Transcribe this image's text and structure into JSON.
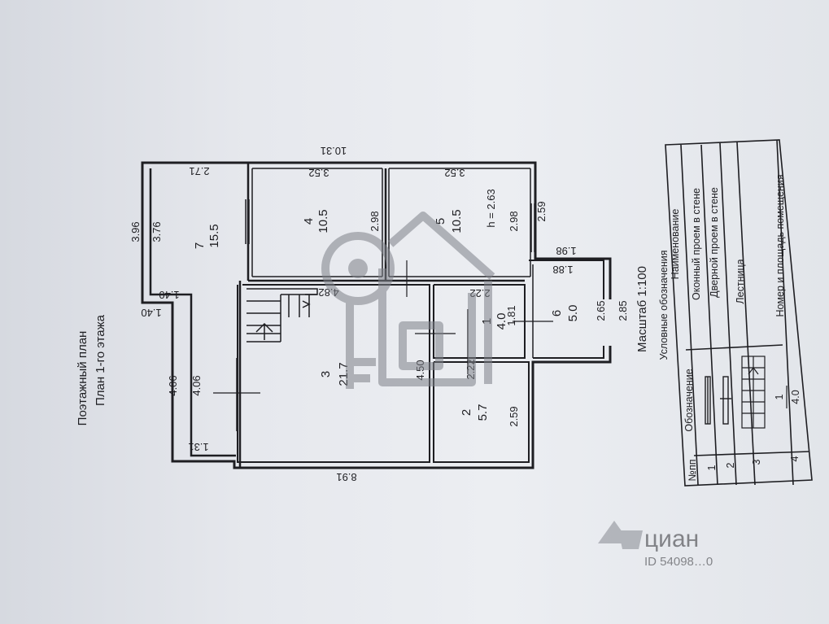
{
  "plan": {
    "title_line1": "Поэтажный план",
    "title_line2": "План 1-го этажа",
    "scale": "Масштаб 1:100",
    "ceiling_height": "h = 2.63"
  },
  "dimensions": {
    "total_top": "10.31",
    "total_bottom": "8.91",
    "room7_top": "2.71",
    "room4_top": "3.52",
    "room5_top": "3.52",
    "left_3_96": "3.96",
    "room7_3_76": "3.76",
    "step_1_40_a": "1.40",
    "step_1_40_b": "1.40",
    "left_4_06_a": "4.06",
    "left_4_06_b": "4.06",
    "bottom_1_31": "1.31",
    "room4_side": "2.98",
    "room5_side": "2.98",
    "right_2_59": "2.59",
    "porch_1_98": "1.98",
    "porch_1_88": "1.88",
    "porch_2_65": "2.65",
    "porch_2_85": "2.85",
    "room3_4_82": "4.82",
    "room3_4_50": "4.50",
    "room1_2_22_top": "2.22",
    "room1_1_81": "1.81",
    "room2_2_22": "2.22",
    "room2_2_59": "2.59"
  },
  "rooms": [
    {
      "number": "7",
      "area": "15.5"
    },
    {
      "number": "4",
      "area": "10.5"
    },
    {
      "number": "5",
      "area": "10.5"
    },
    {
      "number": "3",
      "area": "21.7"
    },
    {
      "number": "1",
      "area": "4.0"
    },
    {
      "number": "6",
      "area": "5.0"
    },
    {
      "number": "2",
      "area": "5.7"
    }
  ],
  "legend": {
    "heading": "Условные обозначения",
    "col_num": "№пп",
    "col_symbol": "Обозначение",
    "col_name": "Наименование",
    "rows": [
      {
        "num": "1",
        "name": "Оконный проем в стене"
      },
      {
        "num": "2",
        "name": "Дверной проем в стене"
      },
      {
        "num": "3",
        "name": "Лестница"
      },
      {
        "num": "4",
        "name": "Номер и площадь помещения",
        "sym_num": "1",
        "sym_area": "4.0"
      }
    ]
  },
  "watermark": {
    "brand": "циан",
    "id": "ID 54098…0"
  },
  "colors": {
    "ink": "#1e1e22",
    "watermark": "#7e8189",
    "paper": "#e6e8ed"
  }
}
